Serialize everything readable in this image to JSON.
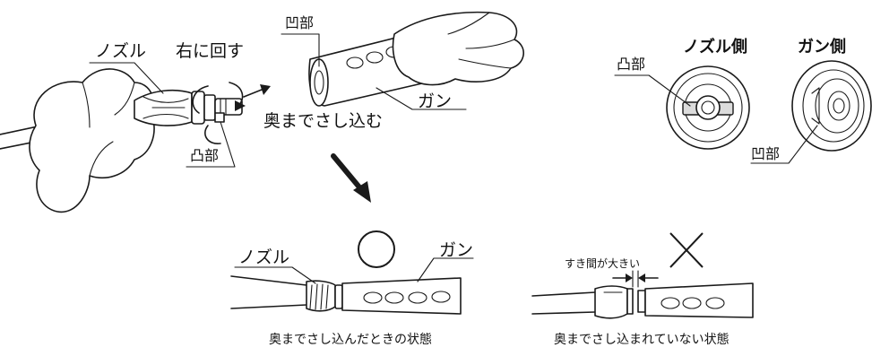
{
  "labels": {
    "nozzle_top": "ノズル",
    "turn_right": "右に回す",
    "recess_top": "凹部",
    "gun_top": "ガン",
    "insert_fully": "奥までさし込む",
    "protrusion_left": "凸部",
    "nozzle_side_heading": "ノズル側",
    "gun_side_heading": "ガン側",
    "protrusion_right": "凸部",
    "recess_right": "凹部",
    "nozzle_bottom": "ノズル",
    "gun_bottom": "ガン",
    "gap_large": "すき間が大きい",
    "caption_ok": "奥までさし込んだときの状態",
    "caption_ng": "奥までさし込まれていない状態"
  },
  "symbols": {
    "correct": "circle-mark",
    "incorrect": "cross-mark"
  },
  "colors": {
    "line": "#1a1a1a",
    "background": "#ffffff"
  }
}
